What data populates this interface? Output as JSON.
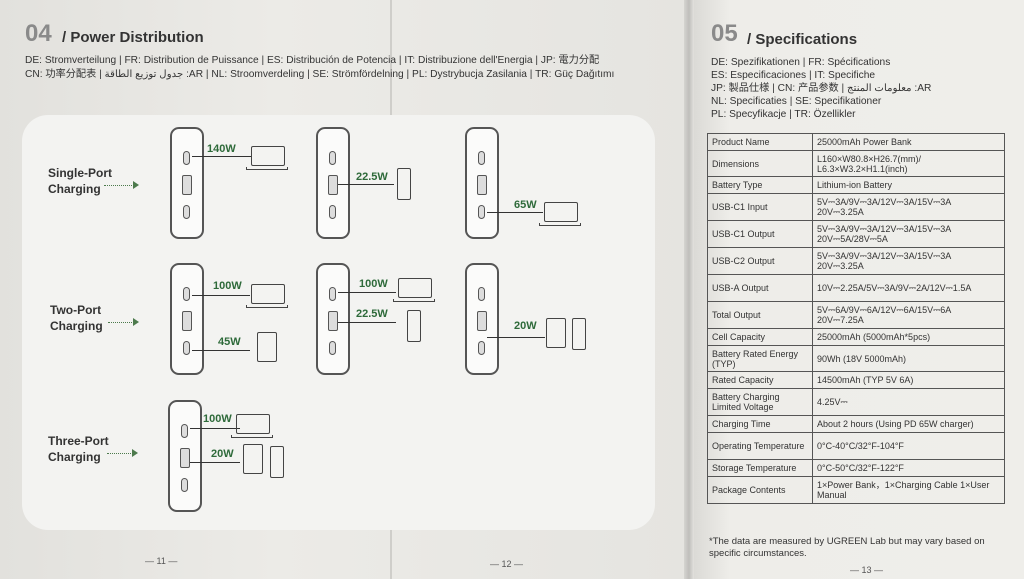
{
  "left": {
    "section_number": "04",
    "section_title": "/ Power Distribution",
    "langs": [
      "DE: Stromverteilung | FR: Distribution de Puissance | ES: Distribución de Potencia | IT: Distribuzione dell'Energia | JP: 電力分配",
      "CN: 功率分配表 | جدول توزيع الطاقة :AR | NL: Stroomverdeling | SE: Strömfördelning | PL: Dystrybucja Zasilania | TR: Güç Dağıtımı"
    ],
    "rows": [
      "Single-Port\nCharging",
      "Two-Port\nCharging",
      "Three-Port\nCharging"
    ],
    "watts": {
      "s1": "140W",
      "s2": "22.5W",
      "s3": "65W",
      "t1a": "100W",
      "t1b": "45W",
      "t2a": "100W",
      "t2b": "22.5W",
      "t3": "20W",
      "h1": "100W",
      "h2": "20W"
    },
    "page_a": "— 11 —",
    "page_b": "— 12 —"
  },
  "right": {
    "section_number": "05",
    "section_title": "/ Specifications",
    "langs": [
      "DE: Spezifikationen | FR: Spécifications",
      "ES: Especificaciones | IT: Specifiche",
      "JP: 製品仕様 | CN: 产品参数 | معلومات المنتج :AR",
      "NL: Specificaties | SE: Specifikationer",
      "PL: Specyfikacje | TR: Özellikler"
    ],
    "spec_rows": [
      [
        "Product Name",
        "25000mAh Power Bank"
      ],
      [
        "Dimensions",
        "L160×W80.8×H26.7(mm)/ L6.3×W3.2×H1.1(inch)"
      ],
      [
        "Battery Type",
        "Lithium-ion Battery"
      ],
      [
        "USB-C1 Input",
        "5V⎓3A/9V⎓3A/12V⎓3A/15V⎓3A 20V⎓3.25A"
      ],
      [
        "USB-C1 Output",
        "5V⎓3A/9V⎓3A/12V⎓3A/15V⎓3A 20V⎓5A/28V⎓5A"
      ],
      [
        "USB-C2 Output",
        "5V⎓3A/9V⎓3A/12V⎓3A/15V⎓3A 20V⎓3.25A"
      ],
      [
        "USB-A Output",
        "10V⎓2.25A/5V⎓3A/9V⎓2A/12V⎓1.5A"
      ],
      [
        "Total Output",
        "5V⎓6A/9V⎓6A/12V⎓6A/15V⎓6A 20V⎓7.25A"
      ],
      [
        "Cell Capacity",
        "25000mAh (5000mAh*5pcs)"
      ],
      [
        "Battery Rated Energy (TYP)",
        "90Wh (18V 5000mAh)"
      ],
      [
        "Rated Capacity",
        "14500mAh (TYP 5V 6A)"
      ],
      [
        "Battery Charging Limited Voltage",
        "4.25V⎓"
      ],
      [
        "Charging Time",
        "About 2 hours (Using PD 65W charger)"
      ],
      [
        "Operating Temperature",
        "0°C-40°C/32°F-104°F"
      ],
      [
        "Storage Temperature",
        "0°C-50°C/32°F-122°F"
      ],
      [
        "Package Contents",
        "1×Power Bank，1×Charging Cable 1×User Manual"
      ]
    ],
    "note": "*The data are measured by UGREEN Lab but may vary based on specific circumstances.",
    "page": "— 13 —"
  }
}
